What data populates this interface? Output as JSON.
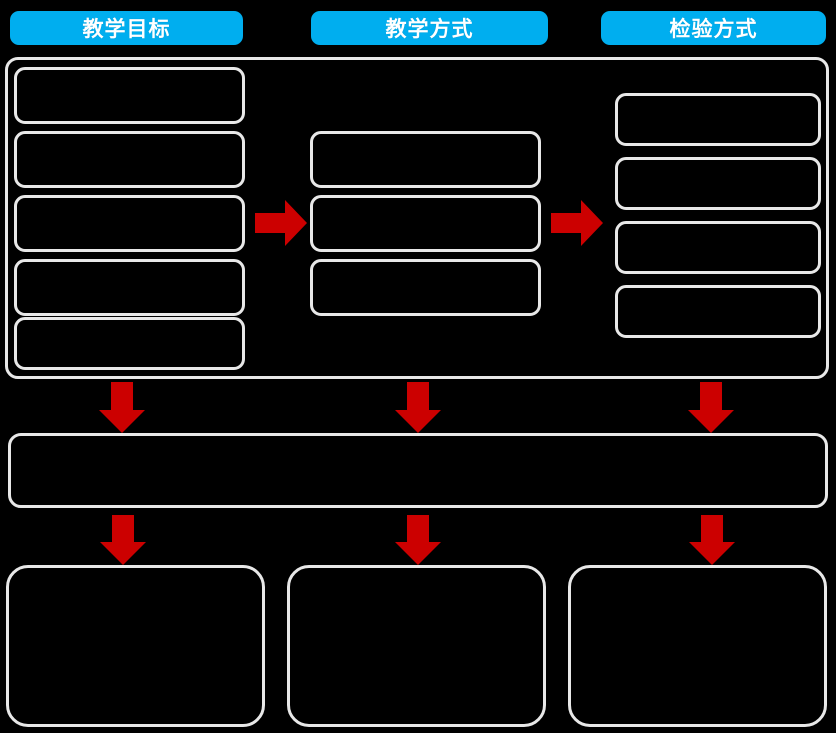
{
  "diagram": {
    "background_color": "#000000",
    "accent_blue": "#00AEEF",
    "accent_red": "#CC0000",
    "box_stroke_color": "#E8E8E8",
    "header_text_color": "#FFFFFF",
    "headers": [
      {
        "label": "教学目标",
        "name": "header-pill-teaching-goals"
      },
      {
        "label": "教学方式",
        "name": "header-pill-teaching-methods"
      },
      {
        "label": "检验方式",
        "name": "header-pill-assessment-methods"
      }
    ],
    "columns": {
      "teaching_goals": {
        "item_count": 5,
        "items": [
          "",
          "",
          "",
          "",
          ""
        ]
      },
      "teaching_methods": {
        "item_count": 3,
        "items": [
          "",
          "",
          ""
        ]
      },
      "assessment_methods": {
        "item_count": 4,
        "items": [
          "",
          "",
          "",
          ""
        ]
      }
    },
    "middle_band": {
      "label": ""
    },
    "bottom_boxes": [
      {
        "label": ""
      },
      {
        "label": ""
      },
      {
        "label": ""
      }
    ],
    "arrows": {
      "horizontal": [
        {
          "name": "arrow-goals-to-methods",
          "direction": "right"
        },
        {
          "name": "arrow-methods-to-assessment",
          "direction": "right"
        }
      ],
      "vertical_upper": [
        {
          "name": "arrow-down-to-band-left",
          "direction": "down"
        },
        {
          "name": "arrow-down-to-band-center",
          "direction": "down"
        },
        {
          "name": "arrow-down-to-band-right",
          "direction": "down"
        }
      ],
      "vertical_lower": [
        {
          "name": "arrow-band-to-bottom-left",
          "direction": "down"
        },
        {
          "name": "arrow-band-to-bottom-center",
          "direction": "down"
        },
        {
          "name": "arrow-band-to-bottom-right",
          "direction": "down"
        }
      ]
    }
  }
}
